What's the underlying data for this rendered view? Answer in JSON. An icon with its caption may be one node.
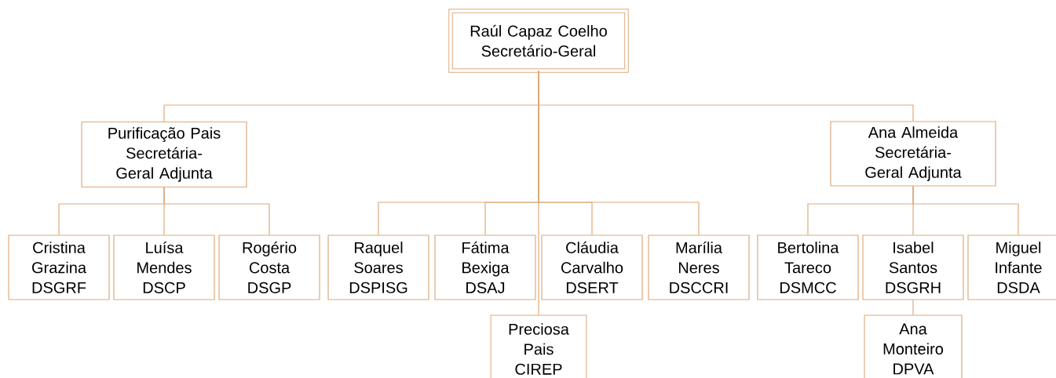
{
  "diagram": {
    "nodes": [
      {
        "text": [
          "Raúl Capaz Coelho",
          "Secretário-Geral"
        ]
      },
      {
        "text": [
          "Purificação Pais",
          "Secretária-Geral Adjunta"
        ]
      },
      {
        "text": [
          "Ana Almeida",
          "Secretária-Geral Adjunta"
        ]
      },
      {
        "text": [
          "Cristina Grazina",
          "DSGRF"
        ]
      },
      {
        "text": [
          "Luísa Mendes",
          "DSCP"
        ]
      },
      {
        "text": [
          "Rogério Costa",
          "DSGP"
        ]
      },
      {
        "text": [
          "Raquel Soares",
          "DSPISG"
        ]
      },
      {
        "text": [
          "Fátima Bexiga",
          "DSAJ"
        ]
      },
      {
        "text": [
          "Cláudia Carvalho",
          "DSERT"
        ]
      },
      {
        "text": [
          "Marília Neres",
          "DSCCRI"
        ]
      },
      {
        "text": [
          "Bertolina Tareco",
          "DSMCC"
        ]
      },
      {
        "text": [
          "Isabel Santos",
          "DSGRH"
        ]
      },
      {
        "text": [
          "Miguel Infante",
          "DSDA"
        ]
      },
      {
        "text": [
          "Preciosa Pais",
          "CIREP"
        ]
      },
      {
        "text": [
          "Ana Monteiro",
          "DPVA"
        ]
      }
    ],
    "edges": [
      {
        "from": 0,
        "to": 1,
        "arrow": "none"
      },
      {
        "from": 0,
        "to": 2,
        "arrow": "none"
      },
      {
        "from": 0,
        "to": 6,
        "arrow": "none"
      },
      {
        "from": 0,
        "to": 7,
        "arrow": "none"
      },
      {
        "from": 0,
        "to": 8,
        "arrow": "none"
      },
      {
        "from": 0,
        "to": 9,
        "arrow": "none"
      },
      {
        "from": 0,
        "to": 13,
        "arrow": "none"
      },
      {
        "from": 1,
        "to": 3,
        "arrow": "none"
      },
      {
        "from": 1,
        "to": 4,
        "arrow": "none"
      },
      {
        "from": 1,
        "to": 5,
        "arrow": "none"
      },
      {
        "from": 2,
        "to": 10,
        "arrow": "none"
      },
      {
        "from": 2,
        "to": 11,
        "arrow": "none"
      },
      {
        "from": 2,
        "to": 12,
        "arrow": "none"
      },
      {
        "from": 11,
        "to": 14,
        "arrow": "none"
      }
    ]
  }
}
